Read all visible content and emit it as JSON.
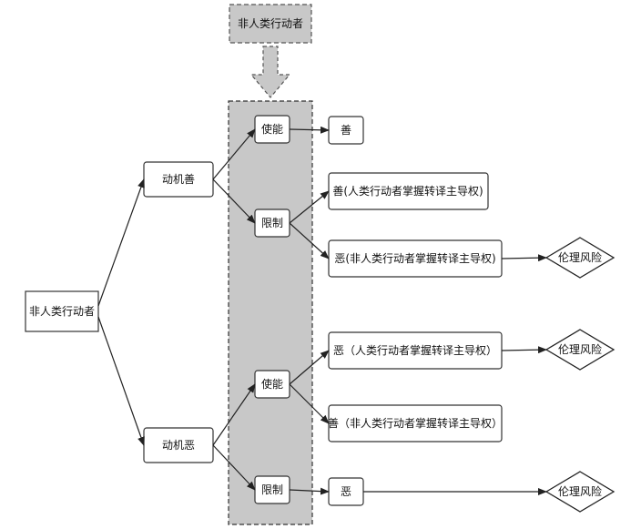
{
  "diagram": {
    "top_actor": "非人类行动者",
    "root": "非人类行动者",
    "motive_good": "动机善",
    "motive_evil": "动机恶",
    "enable_1": "使能",
    "limit_1": "限制",
    "enable_2": "使能",
    "limit_2": "限制",
    "good_1": "善",
    "good_human_1": "善(人类行动者掌握转译主导权)",
    "evil_nonhuman_1": "恶(非人类行动者掌握转译主导权)",
    "evil_human_2": "恶（人类行动者掌握转译主导权）",
    "good_nonhuman_2": "善（非人类行动者掌握转译主导权）",
    "evil_3": "恶",
    "risk_1": "伦理风险",
    "risk_2": "伦理风险",
    "risk_3": "伦理风险"
  },
  "colors": {
    "band_fill": "#c8c8c8",
    "box_stroke": "#333333",
    "edge": "#222222"
  }
}
